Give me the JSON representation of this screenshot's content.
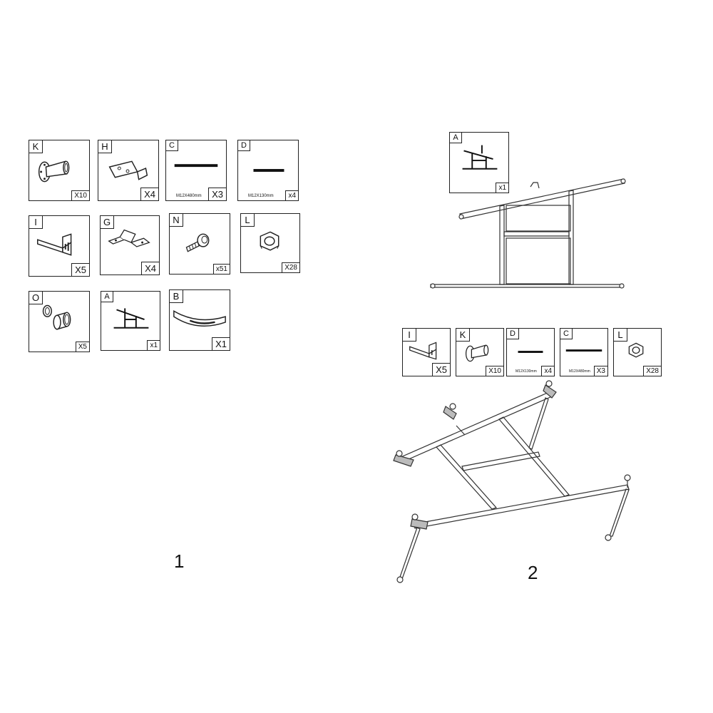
{
  "step1": {
    "number": "1",
    "parts": [
      {
        "letter": "K",
        "qty": "X10",
        "icon": "flange-tube-icon"
      },
      {
        "letter": "H",
        "qty": "X4",
        "icon": "bent-plate-icon"
      },
      {
        "letter": "C",
        "qty": "X3",
        "spec": "M12X480mm",
        "icon": "long-rod-icon"
      },
      {
        "letter": "D",
        "qty": "x4",
        "spec": "M12X130mm",
        "icon": "short-rod-icon"
      },
      {
        "letter": "I",
        "qty": "X5",
        "icon": "angle-bracket-icon"
      },
      {
        "letter": "G",
        "qty": "X4",
        "icon": "u-bracket-icon"
      },
      {
        "letter": "N",
        "qty": "x51",
        "icon": "bolt-icon"
      },
      {
        "letter": "L",
        "qty": "X28",
        "icon": "hex-nut-icon"
      },
      {
        "letter": "O",
        "qty": "X5",
        "icon": "sleeve-ring-icon"
      },
      {
        "letter": "A",
        "qty": "x1",
        "icon": "frame-a-icon"
      },
      {
        "letter": "B",
        "qty": "X1",
        "icon": "curved-plate-icon"
      }
    ]
  },
  "step2": {
    "number": "2",
    "frame_part": {
      "letter": "A",
      "qty": "x1",
      "icon": "frame-a-icon"
    },
    "parts": [
      {
        "letter": "I",
        "qty": "X5",
        "icon": "angle-bracket-icon"
      },
      {
        "letter": "K",
        "qty": "X10",
        "icon": "flange-tube-icon"
      },
      {
        "letter": "D",
        "qty": "x4",
        "spec": "M12X130mm",
        "icon": "short-rod-icon"
      },
      {
        "letter": "C",
        "qty": "X3",
        "spec": "M12X480mm",
        "icon": "long-rod-icon"
      },
      {
        "letter": "L",
        "qty": "X28",
        "icon": "hex-nut-icon"
      }
    ]
  }
}
